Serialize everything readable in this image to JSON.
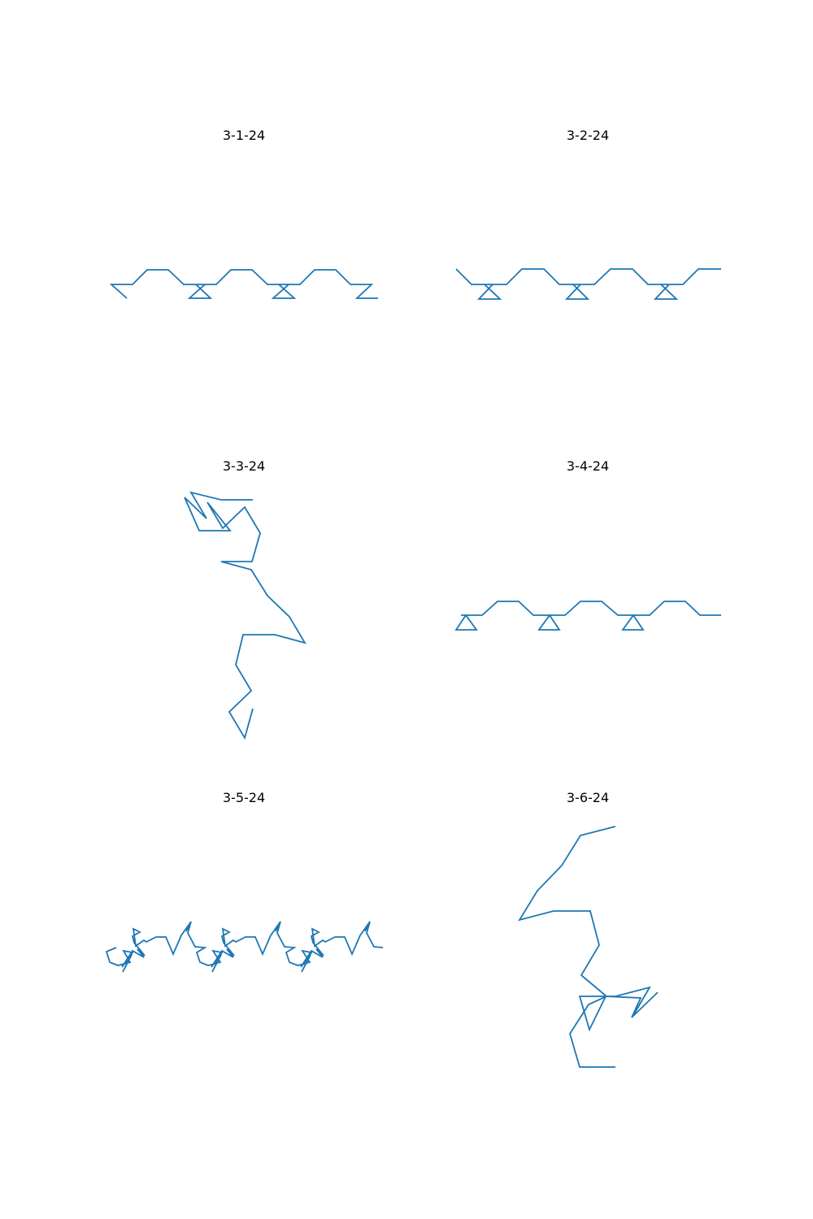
{
  "figure": {
    "line_color": "#1f77b4",
    "background": "#ffffff"
  },
  "chart_data": [
    {
      "type": "line",
      "title": "3-1-24",
      "series": [
        {
          "x": [
            156,
            137,
            163,
            181,
            207,
            226,
            252,
            233,
            259,
            241,
            266,
            284,
            310,
            329,
            355,
            336,
            362,
            343,
            369,
            387,
            413,
            431,
            457,
            439,
            465
          ],
          "y": [
            367,
            350,
            350,
            332,
            332,
            350,
            350,
            367,
            367,
            350,
            350,
            332,
            332,
            350,
            350,
            367,
            367,
            350,
            350,
            332,
            332,
            350,
            350,
            367,
            367
          ]
        }
      ]
    },
    {
      "type": "line",
      "title": "3-2-24",
      "series": [
        {
          "x": [
            561,
            580,
            606,
            589,
            615,
            596,
            623,
            642,
            669,
            688,
            714,
            697,
            723,
            705,
            731,
            751,
            778,
            797,
            823,
            806,
            832,
            813,
            840,
            859,
            887
          ],
          "y": [
            331,
            350,
            350,
            368,
            368,
            350,
            350,
            331,
            331,
            350,
            350,
            368,
            368,
            350,
            350,
            331,
            331,
            350,
            350,
            368,
            368,
            350,
            350,
            331,
            331
          ]
        }
      ]
    },
    {
      "type": "line",
      "title": "3-3-24",
      "series": [
        {
          "x": [
            311,
            272,
            235,
            254,
            227,
            245,
            283,
            255,
            274,
            301,
            320,
            310,
            272,
            309,
            329,
            356,
            375,
            338,
            299,
            290,
            309,
            282,
            301,
            311
          ],
          "y": [
            615,
            615,
            606,
            638,
            612,
            653,
            653,
            618,
            650,
            624,
            656,
            691,
            691,
            701,
            733,
            759,
            791,
            781,
            781,
            818,
            850,
            876,
            908,
            872
          ]
        }
      ]
    },
    {
      "type": "line",
      "title": "3-4-24",
      "series": [
        {
          "x": [
            887,
            861,
            843,
            817,
            799,
            779,
            791,
            766,
            779,
            760,
            740,
            714,
            695,
            676,
            688,
            663,
            676,
            656,
            638,
            612,
            593,
            573,
            586,
            561,
            573,
            567
          ],
          "y": [
            757,
            757,
            740,
            740,
            757,
            757,
            775,
            775,
            757,
            757,
            740,
            740,
            757,
            757,
            775,
            775,
            757,
            757,
            740,
            740,
            757,
            757,
            775,
            775,
            757,
            757
          ]
        }
      ]
    },
    {
      "type": "line",
      "title": "3-5-24",
      "series": [
        {
          "x": [
            143,
            131,
            135,
            145,
            160,
            152,
            163,
            151,
            162,
            150,
            163,
            177,
            169,
            178,
            165,
            163,
            172,
            164,
            167,
            177,
            180,
            192,
            204,
            213,
            223,
            235,
            229,
            235,
            231,
            240,
            252,
            242,
            246,
            256,
            271,
            262,
            273,
            261,
            272,
            260,
            273,
            287,
            279,
            288,
            275,
            273,
            282,
            274,
            277,
            287,
            290,
            302,
            314,
            323,
            333,
            345,
            339,
            345,
            341,
            350,
            362,
            352,
            356,
            366,
            381,
            372,
            383,
            371,
            382,
            370,
            383,
            397,
            389,
            398,
            385,
            383,
            392,
            384,
            387,
            397,
            400,
            412,
            424,
            433,
            443,
            455,
            449,
            455,
            451,
            460,
            471
          ],
          "y": [
            1166,
            1171,
            1184,
            1188,
            1184,
            1170,
            1172,
            1196,
            1175,
            1190,
            1170,
            1178,
            1168,
            1176,
            1160,
            1152,
            1147,
            1143,
            1164,
            1157,
            1159,
            1153,
            1153,
            1174,
            1151,
            1134,
            1146,
            1134,
            1148,
            1165,
            1166,
            1172,
            1184,
            1188,
            1184,
            1170,
            1172,
            1196,
            1175,
            1190,
            1170,
            1178,
            1168,
            1176,
            1160,
            1152,
            1147,
            1143,
            1164,
            1157,
            1159,
            1153,
            1153,
            1174,
            1151,
            1134,
            1146,
            1134,
            1148,
            1165,
            1166,
            1172,
            1184,
            1188,
            1184,
            1170,
            1172,
            1196,
            1175,
            1190,
            1170,
            1178,
            1168,
            1176,
            1160,
            1152,
            1147,
            1143,
            1164,
            1157,
            1159,
            1153,
            1153,
            1174,
            1151,
            1134,
            1146,
            1134,
            1148,
            1165,
            1166
          ]
        }
      ]
    },
    {
      "type": "line",
      "title": "3-6-24",
      "series": [
        {
          "x": [
            757,
            714,
            691,
            661,
            639,
            681,
            726,
            737,
            715,
            746,
            713,
            725,
            745,
            788,
            777,
            809,
            778,
            799,
            757,
            746,
            724,
            701,
            713,
            757
          ],
          "y": [
            1017,
            1028,
            1065,
            1096,
            1132,
            1121,
            1121,
            1163,
            1200,
            1226,
            1226,
            1267,
            1226,
            1228,
            1252,
            1221,
            1251,
            1215,
            1226,
            1226,
            1236,
            1272,
            1313,
            1313
          ]
        }
      ]
    }
  ]
}
